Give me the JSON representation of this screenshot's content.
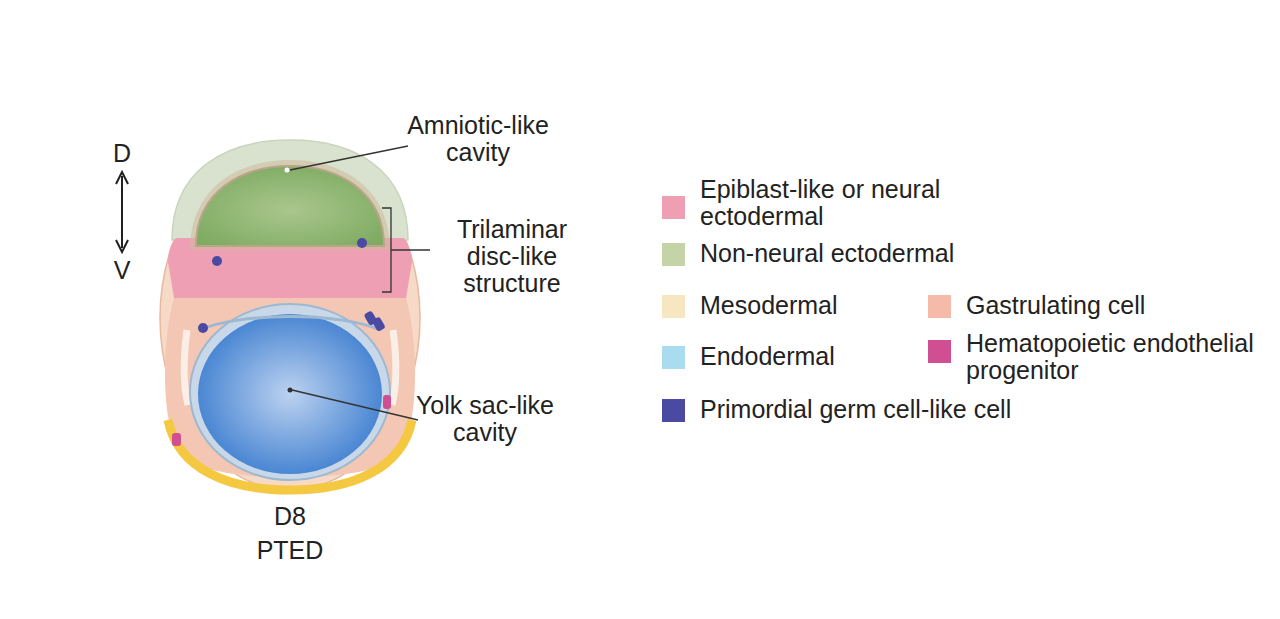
{
  "diagram": {
    "labels": [
      "D",
      "V",
      "Amniotic-like cavity",
      "Trilaminar disc-like structure",
      "Yolk sac-like cavity",
      "D8",
      "PTED"
    ],
    "legend": [
      {
        "text": "Epiblast-like or neural ectodermal",
        "color": "#ee9fb4"
      },
      {
        "text": "Non-neural ectodermal",
        "color": "#c4d4a6"
      },
      {
        "text": "Mesodermal",
        "color": "#f6e6c2"
      },
      {
        "text": "Gastrulating cell",
        "color": "#f5baa8"
      },
      {
        "text": "Endodermal",
        "color": "#a9dcef"
      },
      {
        "text": "Hematopoietic endothelial progenitor",
        "color": "#cf4f92"
      },
      {
        "text": "Primordial germ cell-like cell",
        "color": "#4b4aa2"
      }
    ]
  }
}
